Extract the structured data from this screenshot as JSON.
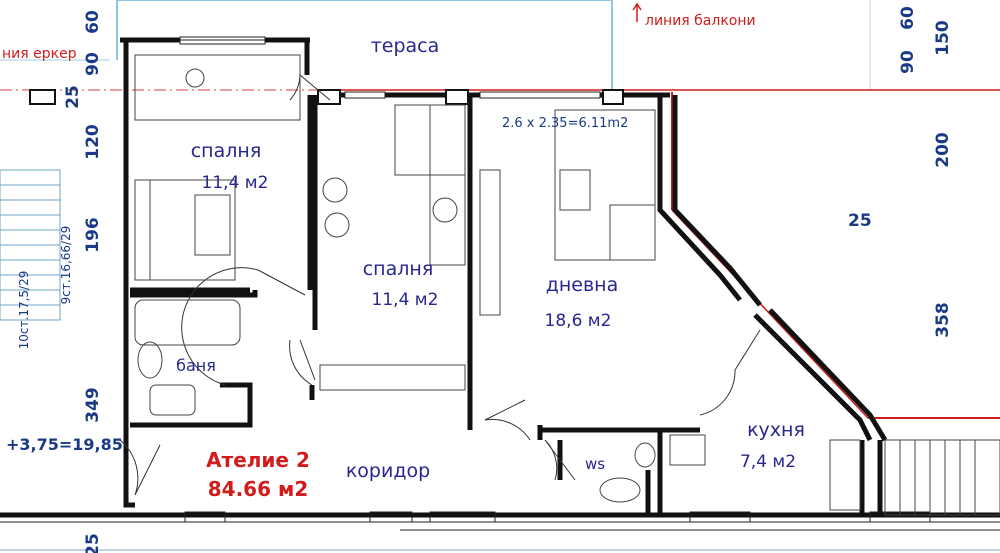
{
  "annotations": {
    "bay_window": "ния еркер",
    "balcony_line": "линия балкони",
    "window_size": "2.6 x 2.35=6.11m2",
    "left_sum": "+3,75=19,85",
    "stairs_a": "9ст.16,66/29",
    "stairs_b": "10ст.17,5/29"
  },
  "rooms": {
    "terrace": "тераса",
    "bedroom1_name": "спалня",
    "bedroom1_area": "11,4 м2",
    "bedroom2_name": "спалня",
    "bedroom2_area": "11,4 м2",
    "living_name": "дневна",
    "living_area": "18,6 м2",
    "bath": "баня",
    "corridor": "коридор",
    "wc": "ws",
    "kitchen_name": "кухня",
    "kitchen_area": "7,4 м2"
  },
  "apartment": {
    "name": "Ателие 2",
    "area": "84.66 м2"
  },
  "dimensions": {
    "left_60": "60",
    "left_90": "90",
    "left_25": "25",
    "left_120": "120",
    "left_196": "196",
    "left_349": "349",
    "left_bottom_25": "25",
    "right_60": "60",
    "right_90": "90",
    "right_150": "150",
    "right_200": "200",
    "right_25": "25",
    "right_358": "358"
  },
  "colors": {
    "room_label": "#27278f",
    "apartment_label": "#d21c1c",
    "dimension": "#1a3a86",
    "balcony_line": "#d21c1c",
    "wall": "#111111"
  }
}
